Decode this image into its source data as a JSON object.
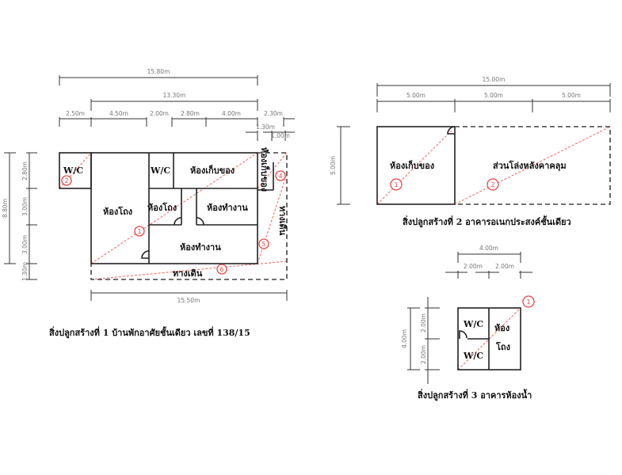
{
  "plan1": {
    "caption": "สิ่งปลูกสร้างที่ 1 บ้านพักอาศัยชั้นเดียว เลขที่ 138/15",
    "dims_top": {
      "total": "15.80m",
      "sub": "13.30m",
      "segments": [
        "2.50m",
        "4.50m",
        "2.00m",
        "2.80m",
        "4.00m",
        "2.30m"
      ],
      "small1": "1.30m",
      "small2": "1.00m"
    },
    "dims_left": {
      "total": "8.80m",
      "segments": [
        "2.80m",
        "3.00m",
        "3.00m",
        "1.30m"
      ]
    },
    "dims_bottom": "15.50m",
    "rooms": {
      "wc_left": "W/C",
      "wc_mid": "W/C",
      "storage": "ห้องเก็บของ",
      "storage_side": "ห้องเก็บของ",
      "hall_large": "ห้องโถง",
      "hall_small": "ห้องโถง",
      "office_upper": "ห้องทำงาน",
      "office_lower": "ห้องทำงาน",
      "walkway_right": "ทางเดิน",
      "walkway_bottom": "ทางเดิน"
    },
    "markers": [
      "1",
      "2",
      "4",
      "5",
      "6"
    ]
  },
  "plan2": {
    "caption": "สิ่งปลูกสร้างที่ 2 อาคารอเนกประสงค์ชั้นเดียว",
    "dims_top": {
      "total": "15.00m",
      "segments": [
        "5.00m",
        "5.00m",
        "5.00m"
      ]
    },
    "dims_left": "5.00m",
    "rooms": {
      "storage": "ห้องเก็บของ",
      "shed": "ส่วนโล่งหลังคาคลุม"
    },
    "markers": [
      "1",
      "2"
    ]
  },
  "plan3": {
    "caption": "สิ่งปลูกสร้างที่ 3 อาคารห้องน้ำ",
    "dims_top": {
      "total": "4.00m",
      "segments": [
        "2.00m",
        "2.00m"
      ]
    },
    "dims_left": {
      "total": "4.00m",
      "segments": [
        "2.00m",
        "2.00m"
      ]
    },
    "rooms": {
      "wc_upper": "W/C",
      "wc_lower": "W/C",
      "hall_line1": "ห้อง",
      "hall_line2": "โถง"
    },
    "markers": [
      "1"
    ]
  }
}
